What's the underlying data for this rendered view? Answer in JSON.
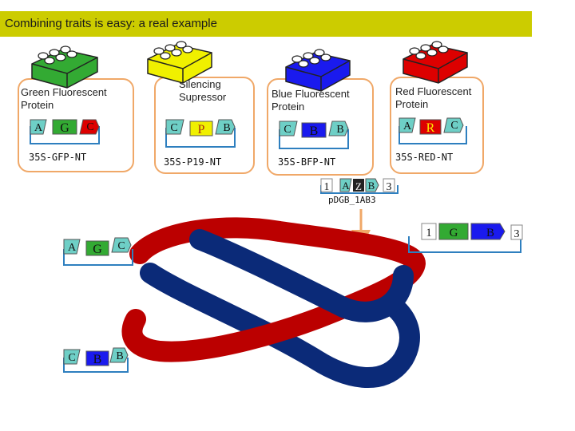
{
  "title": "Combining traits is easy: a real example",
  "colors": {
    "title_bg": "#cccc00",
    "card_border": "#f0a868",
    "green": "#33aa33",
    "yellow": "#f0f000",
    "blue": "#1a1aee",
    "red": "#dd0000",
    "part_teal": "#6ecfc6",
    "dark_red": "#bb0000",
    "dark_blue": "#0b2a78",
    "arrow": "#f0a868"
  },
  "cards": [
    {
      "trait": "Green Fluorescent Protein",
      "trait_lines": [
        "Green Fluorescent",
        "Protein"
      ],
      "parts": [
        "A",
        "G",
        "C"
      ],
      "construct": "35S-GFP-NT",
      "brick_color": "green"
    },
    {
      "trait": "Silencing Supressor",
      "trait_lines": [
        "Silencing",
        "Supressor"
      ],
      "parts": [
        "C",
        "P",
        "B"
      ],
      "construct": "35S-P19-NT",
      "brick_color": "yellow"
    },
    {
      "trait": "Blue Fluorescent Protein",
      "trait_lines": [
        "Blue Fluorescent",
        "Protein"
      ],
      "parts": [
        "C",
        "B",
        "B"
      ],
      "construct": "35S-BFP-NT",
      "brick_color": "blue"
    },
    {
      "trait": "Red Fluorescent Protein",
      "trait_lines": [
        "Red Fluorescent",
        "Protein"
      ],
      "parts": [
        "A",
        "R",
        "C"
      ],
      "construct": "35S-RED-NT",
      "brick_color": "red"
    }
  ],
  "vector": {
    "parts": [
      "1",
      "A",
      "Z",
      "B",
      "3"
    ],
    "name": "pDGB_1AB3"
  },
  "final_construct": {
    "parts": [
      "1",
      "G",
      "B",
      "3"
    ]
  },
  "intermediate_a": {
    "parts": [
      "A",
      "G",
      "C"
    ]
  },
  "intermediate_b": {
    "parts": [
      "C",
      "B",
      "B"
    ]
  }
}
